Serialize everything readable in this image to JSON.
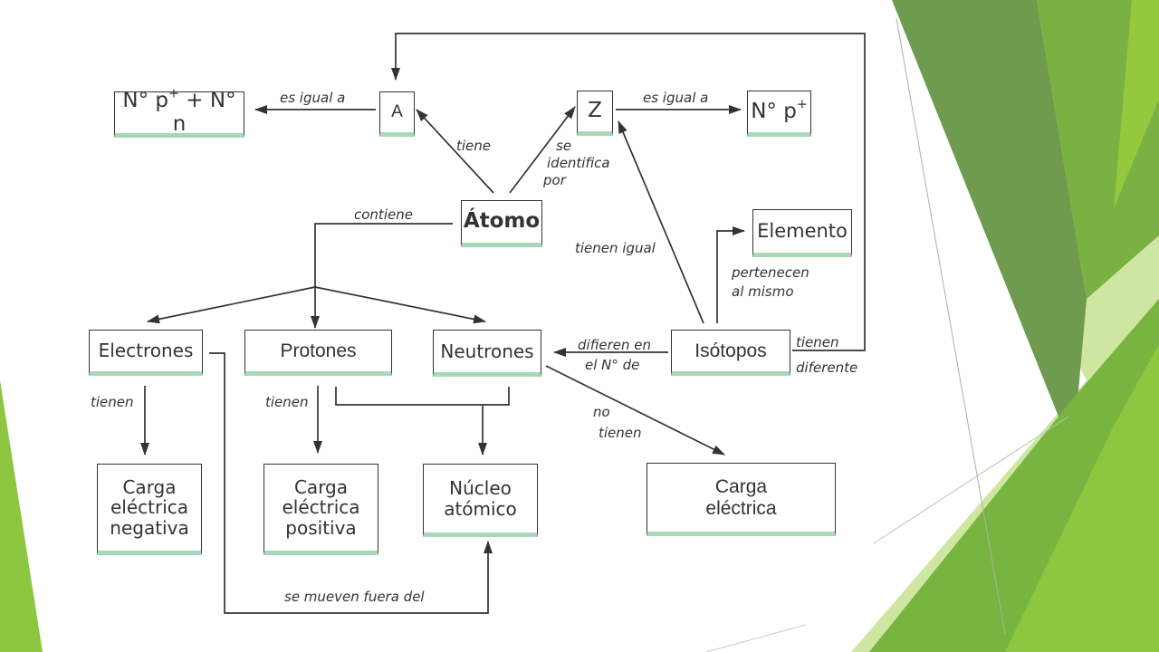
{
  "colors": {
    "accent_green": "#8dc63f",
    "accent_green_dark": "#6f9b4e",
    "accent_green_light": "#cfe6a3",
    "box_shadow_green": "#a9d8b8",
    "line": "#333333"
  },
  "nodes": {
    "n_sum": {
      "prefix": "N° p",
      "sup1": "+",
      "middle": " + N° n",
      "sup2": ""
    },
    "a": "A",
    "z": "Z",
    "n_protons": {
      "prefix": "N° p",
      "sup1": "+"
    },
    "atomo": "Átomo",
    "elemento": "Elemento",
    "electrones": "Electrones",
    "protones": "Protones",
    "neutrones": "Neutrones",
    "isotopos": "Isótopos",
    "carga_negativa": [
      "Carga",
      "eléctrica",
      "negativa"
    ],
    "carga_positiva": [
      "Carga",
      "eléctrica",
      "positiva"
    ],
    "nucleo": [
      "Núcleo",
      "atómico"
    ],
    "carga": [
      "Carga",
      "eléctrica"
    ]
  },
  "labels": {
    "es_igual_a_left": "es igual a",
    "es_igual_a_right": "es igual a",
    "tiene": "tiene",
    "se_identifica_por": [
      "se",
      "identifica",
      "por"
    ],
    "contiene": "contiene",
    "tienen_igual": "tienen igual",
    "pertenecen_al_mismo": [
      "pertenecen",
      "al mismo"
    ],
    "difieren_en": [
      "difieren en",
      "el N° de"
    ],
    "tienen_diferente": [
      "tienen",
      "diferente"
    ],
    "no_tienen": [
      "no",
      "tienen"
    ],
    "tienen_electrones": "tienen",
    "tienen_protones": "tienen",
    "se_mueven_fuera_del": "se mueven fuera del"
  }
}
